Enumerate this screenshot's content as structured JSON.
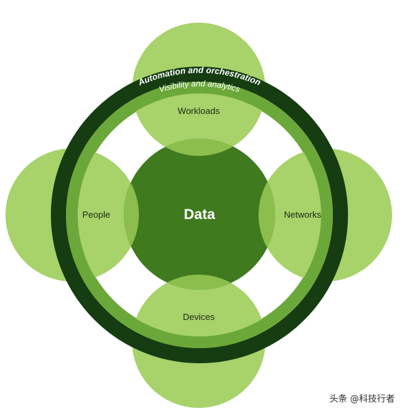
{
  "diagram": {
    "core": {
      "label": "Data"
    },
    "outer_ring": {
      "label": "Automation and orchestration"
    },
    "inner_ring": {
      "label": "Visibility and analytics"
    },
    "nodes": [
      {
        "id": "workloads",
        "label": "Workloads"
      },
      {
        "id": "networks",
        "label": "Networks"
      },
      {
        "id": "devices",
        "label": "Devices"
      },
      {
        "id": "people",
        "label": "People"
      }
    ],
    "colors": {
      "light_green": "#a8d26a",
      "overlap_green": "#8cbe4e",
      "core_green": "#3f7a1f",
      "mid_ring_green": "#6ba83a",
      "dark_ring_green": "#163c12"
    }
  },
  "watermark": {
    "text": "头条 @科技行者"
  }
}
